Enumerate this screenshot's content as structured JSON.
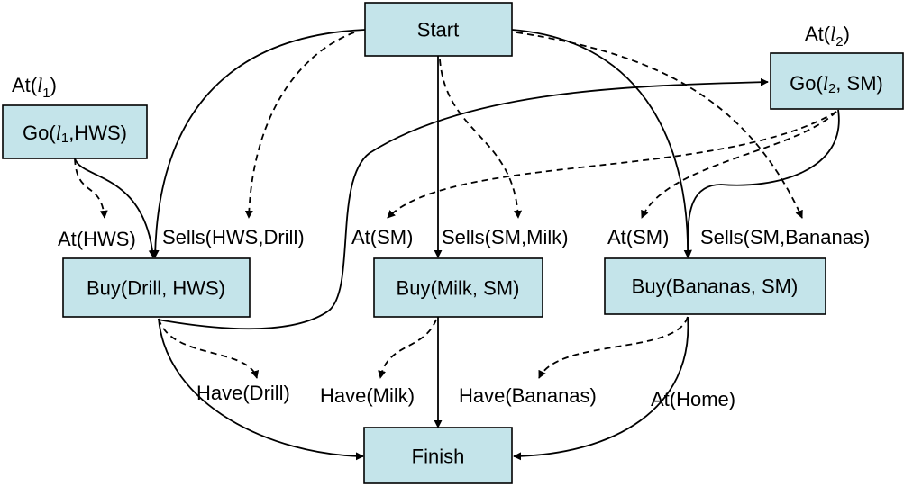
{
  "nodes": {
    "start": "Start",
    "finish": "Finish",
    "go_l1": {
      "pre": "Go(",
      "var": "l",
      "sub": "1",
      "post": ",HWS)"
    },
    "go_l2": {
      "pre": "Go(",
      "var": "l",
      "sub": "2",
      "post": ", SM)"
    },
    "buy_drill": "Buy(Drill, HWS)",
    "buy_milk": "Buy(Milk, SM)",
    "buy_bananas": "Buy(Bananas, SM)"
  },
  "labels": {
    "at_l1": {
      "pre": "At(",
      "var": "l",
      "sub": "1",
      "post": ")"
    },
    "at_l2": {
      "pre": "At(",
      "var": "l",
      "sub": "2",
      "post": ")"
    },
    "at_hws": "At(HWS)",
    "sells_hws_drill": "Sells(HWS,Drill)",
    "at_sm_1": "At(SM)",
    "sells_sm_milk": "Sells(SM,Milk)",
    "at_sm_2": "At(SM)",
    "sells_sm_bananas": "Sells(SM,Bananas)",
    "have_drill": "Have(Drill)",
    "have_milk": "Have(Milk)",
    "have_bananas": "Have(Bananas)",
    "at_home": "At(Home)"
  }
}
